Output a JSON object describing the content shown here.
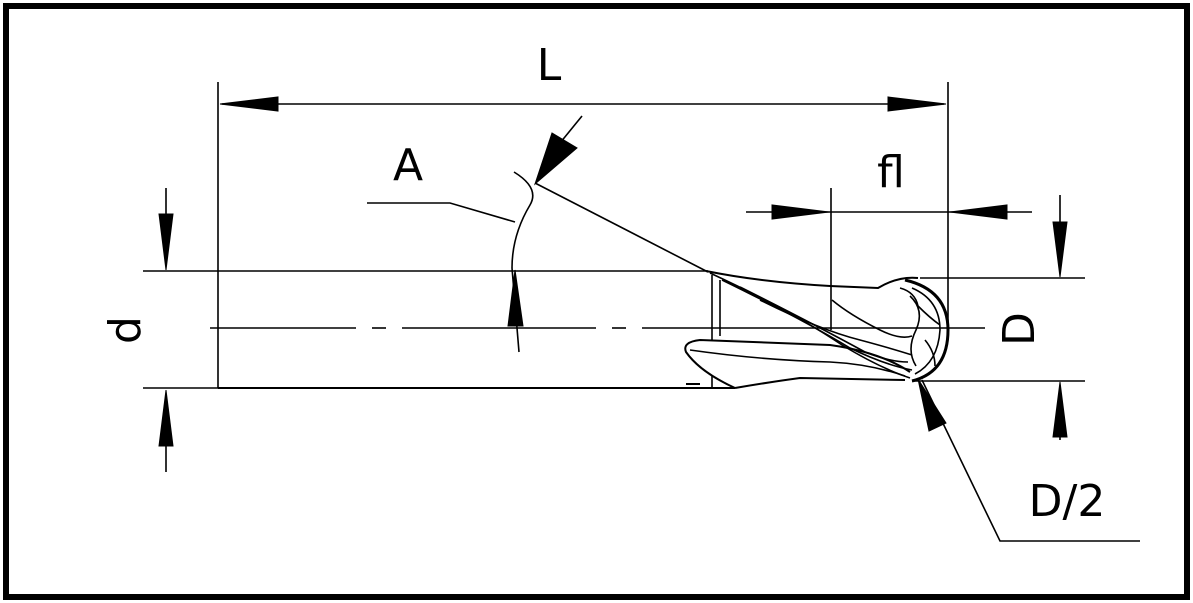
{
  "labels": {
    "overall_length": "L",
    "helix_angle": "A",
    "flute_length": "fl",
    "shank_diameter": "d",
    "cutting_diameter": "D",
    "ball_radius": "D/2"
  },
  "colors": {
    "line": "#000000",
    "background": "#ffffff"
  }
}
